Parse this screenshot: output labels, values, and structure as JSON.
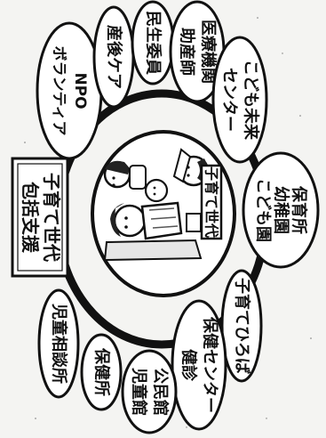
{
  "hub_title": "子育て世代包括支援",
  "center_family_label": "子育て世代",
  "organizations": [
    {
      "id": "npo",
      "label": "NPOボランティア"
    },
    {
      "id": "postpartum",
      "label": "産後ケア"
    },
    {
      "id": "welfare",
      "label": "民生委員"
    },
    {
      "id": "medical",
      "label": "医療機関助産師"
    },
    {
      "id": "future",
      "label": "こども未来センター"
    },
    {
      "id": "nursery",
      "label": "保育所幼稚園こども園"
    },
    {
      "id": "hiroba",
      "label": "子育てひろば"
    },
    {
      "id": "health_center",
      "label": "保健センター健診"
    },
    {
      "id": "community",
      "label": "公民館児童館"
    },
    {
      "id": "health_office",
      "label": "保健所"
    },
    {
      "id": "child_consult",
      "label": "児童相談所"
    }
  ]
}
